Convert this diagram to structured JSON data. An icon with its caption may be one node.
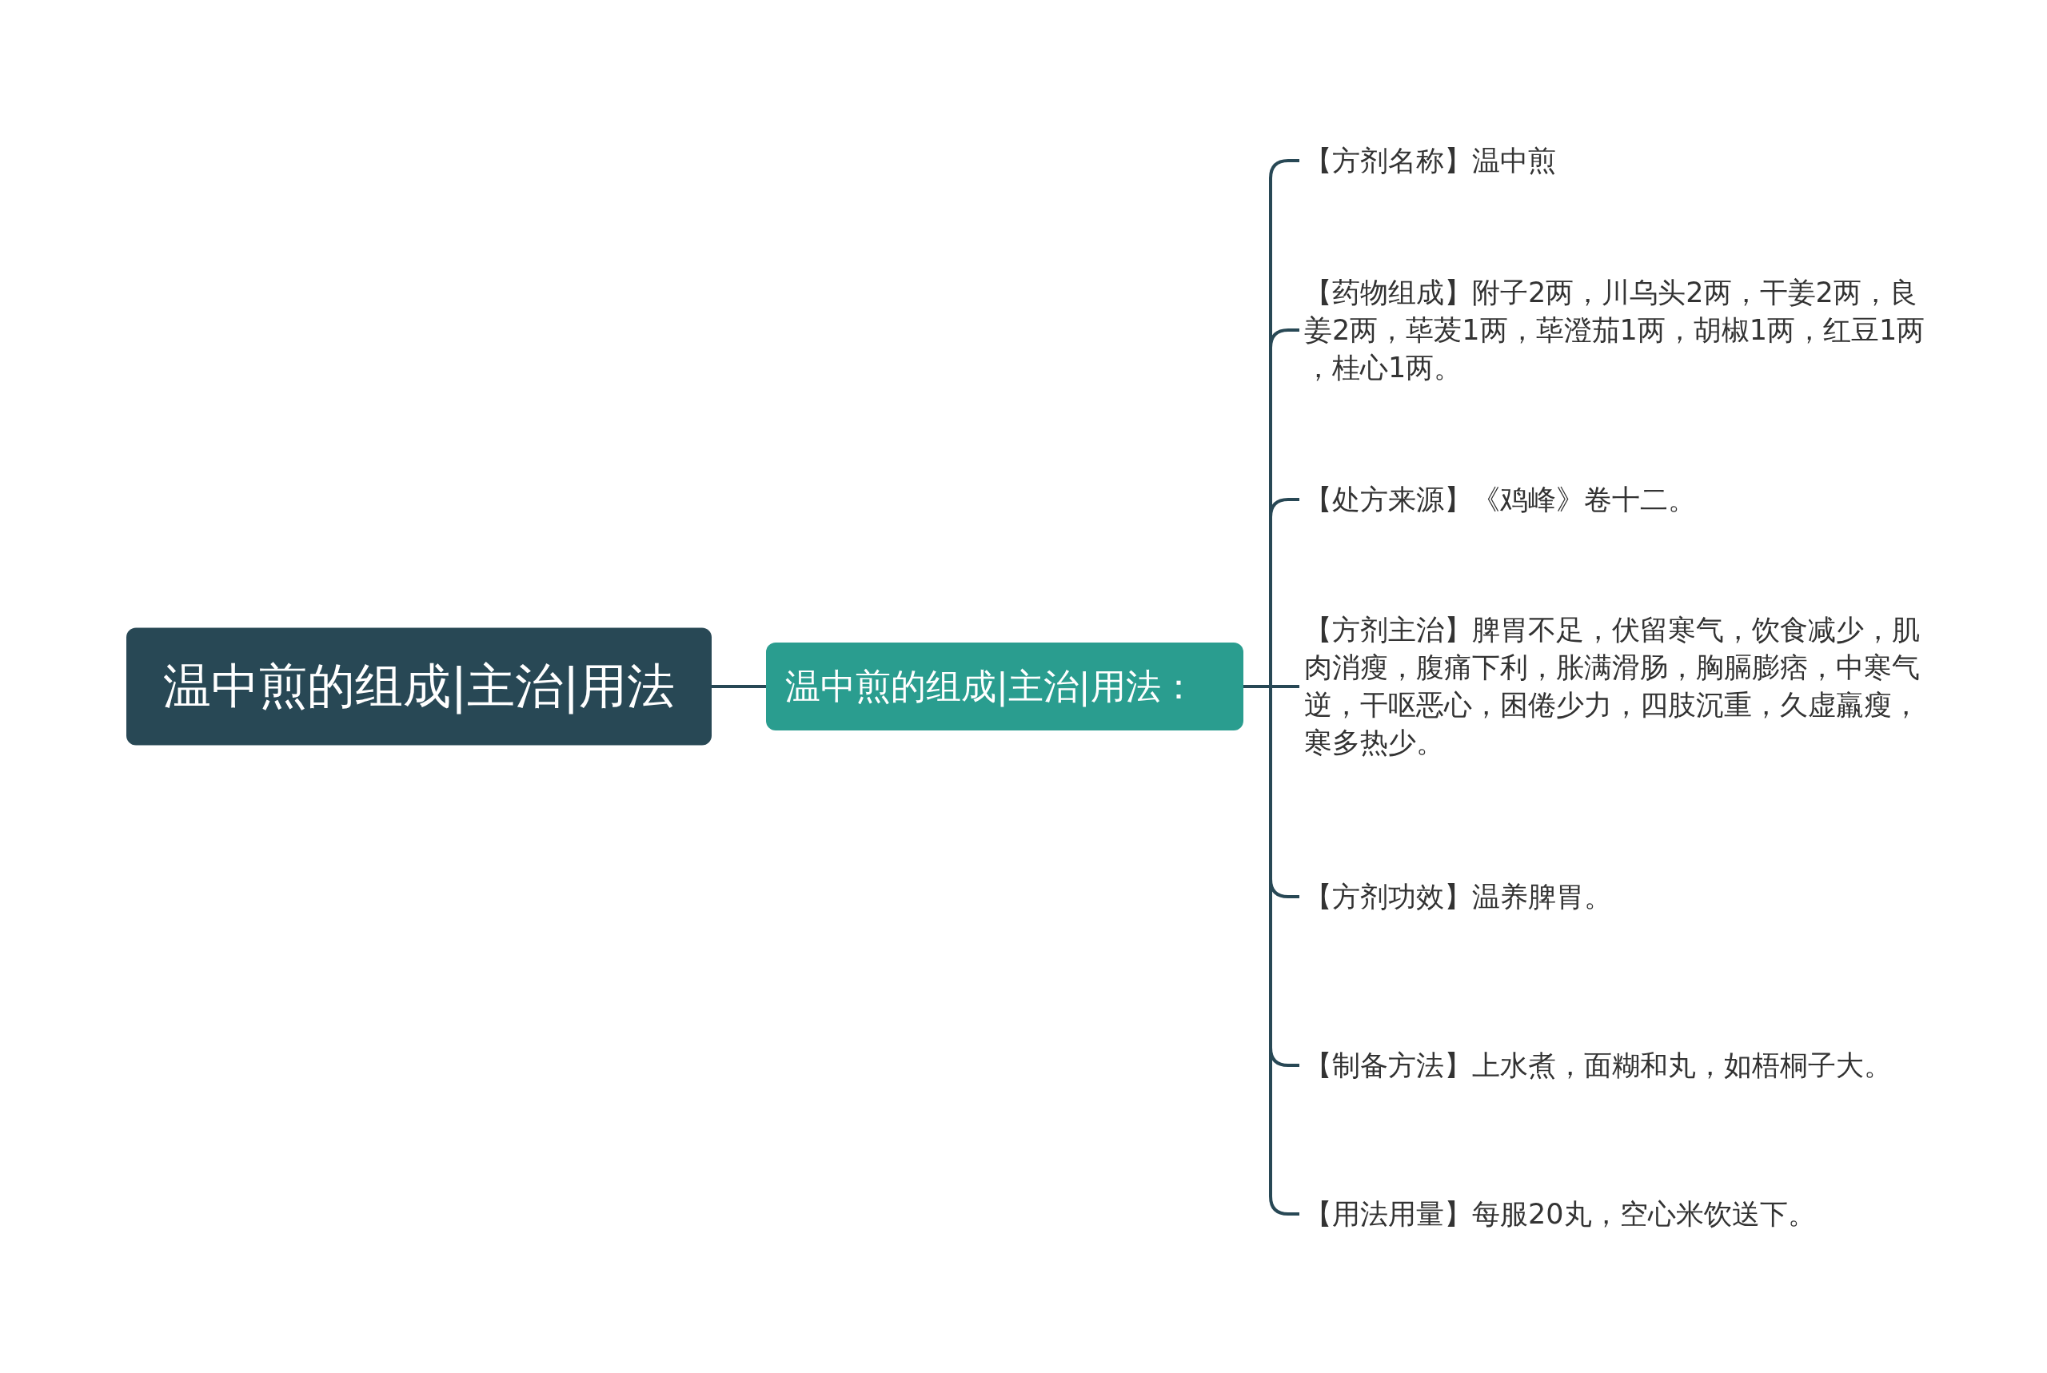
{
  "diagram": {
    "nodes": [
      {
        "text": [
          "温中煎的组成|主治|用法"
        ]
      },
      {
        "text": [
          "温中煎的组成|主治|用法："
        ]
      },
      {
        "text": [
          "【方剂名称】温中煎"
        ]
      },
      {
        "text": [
          "【药物组成】附子2两，川乌头2两，干姜2两，良姜2两，荜茇1两，荜澄茄1两，胡椒1两，红豆1两，桂心1两。"
        ]
      },
      {
        "text": [
          "【处方来源】《鸡峰》卷十二。"
        ]
      },
      {
        "text": [
          "【方剂主治】脾胃不足，伏留寒气，饮食减少，肌肉消瘦，腹痛下利，胀满滑肠，胸膈膨痞，中寒气逆，干呕恶心，困倦少力，四肢沉重，久虚羸瘦，寒多热少。"
        ]
      },
      {
        "text": [
          "【方剂功效】温养脾胃。"
        ]
      },
      {
        "text": [
          "【制备方法】上水煮，面糊和丸，如梧桐子大。"
        ]
      },
      {
        "text": [
          "【用法用量】每服20丸，空心米饮送下。"
        ]
      }
    ],
    "edges": [
      {
        "from": 0,
        "to": 1,
        "arrow": "none"
      },
      {
        "from": 1,
        "to": 2,
        "arrow": "none"
      },
      {
        "from": 1,
        "to": 3,
        "arrow": "none"
      },
      {
        "from": 1,
        "to": 4,
        "arrow": "none"
      },
      {
        "from": 1,
        "to": 5,
        "arrow": "none"
      },
      {
        "from": 1,
        "to": 6,
        "arrow": "none"
      },
      {
        "from": 1,
        "to": 7,
        "arrow": "none"
      },
      {
        "from": 1,
        "to": 8,
        "arrow": "none"
      }
    ]
  }
}
